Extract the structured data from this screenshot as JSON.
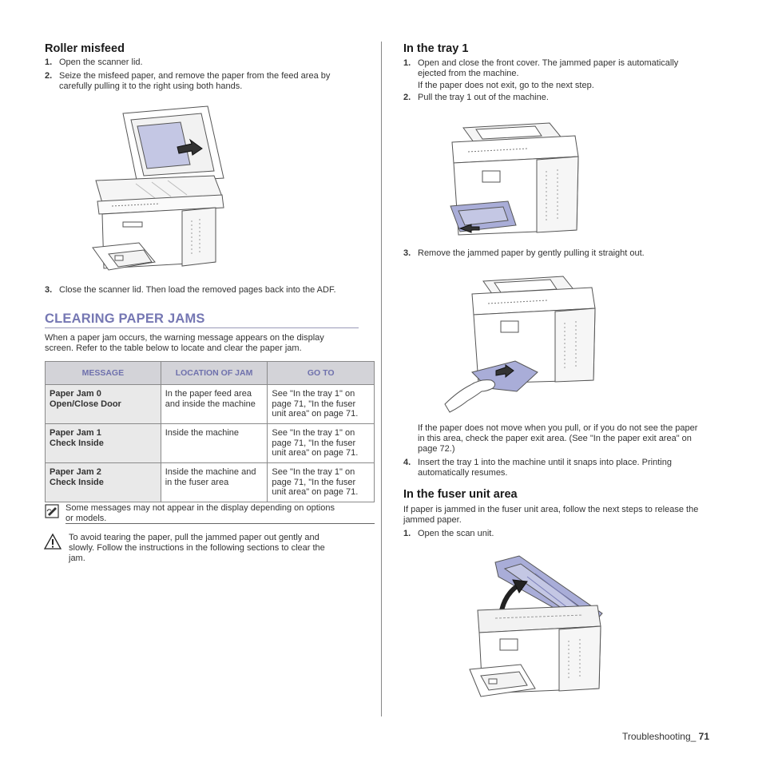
{
  "left": {
    "roller": {
      "heading": "Roller misfeed",
      "steps": [
        {
          "n": "1.",
          "text": "Open the scanner lid."
        },
        {
          "n": "2.",
          "text": "Seize the misfeed paper, and remove the paper from the feed area by",
          "text2": "carefully pulling it to the right using both hands."
        },
        {
          "n": "3.",
          "text": "Close the scanner lid. Then load the removed pages back into the ADF."
        }
      ]
    },
    "clearing": {
      "title": "CLEARING PAPER JAMS",
      "intro1": "When a paper jam occurs, the warning message appears on the display",
      "intro2": "screen. Refer to the table below to locate and clear the paper jam.",
      "table": {
        "headers": [
          "MESSAGE",
          "LOCATION OF JAM",
          "GO TO"
        ],
        "rows": [
          {
            "msg1": "Paper Jam 0",
            "msg2": "Open/Close Door",
            "loc1": "In the paper feed area",
            "loc2": "and inside the machine",
            "go1": "See  \"In the tray 1\" on",
            "go2": "page 71, \"In the fuser",
            "go3": "unit area\" on page 71."
          },
          {
            "msg1": "Paper Jam 1",
            "msg2": "Check Inside",
            "loc1": "Inside the machine",
            "loc2": "",
            "go1": "See  \"In the tray 1\" on",
            "go2": "page 71, \"In the fuser",
            "go3": "unit area\" on page 71."
          },
          {
            "msg1": "Paper Jam 2",
            "msg2": "Check Inside",
            "loc1": "Inside the machine and",
            "loc2": "in the fuser area",
            "go1": "See  \"In the tray 1\" on",
            "go2": "page 71, \"In the fuser",
            "go3": "unit area\" on page 71."
          }
        ]
      },
      "note1": "Some messages may not appear in the display depending on options",
      "note2": "or models.",
      "caution1": "To avoid tearing the paper, pull the jammed paper out gently and",
      "caution2": "slowly. Follow the instructions in the following sections to clear the",
      "caution3": "jam."
    }
  },
  "right": {
    "tray": {
      "heading": "In the tray 1",
      "s1n": "1.",
      "s1a": "Open and close the front cover. The jammed paper is automatically",
      "s1b": "ejected from the machine.",
      "s1c": "If the paper does not exit, go to the next step.",
      "s2n": "2.",
      "s2": "Pull the tray 1 out of the machine.",
      "s3n": "3.",
      "s3": "Remove the jammed paper by gently pulling it straight out.",
      "after1": "If the paper does not move when you pull, or if you do not see the paper",
      "after2": "in this area, check the paper exit area. (See \"In the paper exit area\" on",
      "after3": "page 72.)",
      "s4n": "4.",
      "s4a": "Insert the tray 1 into the machine until it snaps into place. Printing",
      "s4b": "automatically resumes."
    },
    "fuser": {
      "heading": "In the fuser unit area",
      "intro1": "If paper is jammed in the fuser unit area, follow the next steps to release the",
      "intro2": "jammed paper.",
      "s1n": "1.",
      "s1": "Open the scan unit."
    }
  },
  "footer": {
    "section": "Troubleshooting_",
    "page": "71"
  },
  "icons": {
    "note": "note-icon",
    "caution": "caution-icon"
  },
  "colors": {
    "accent": "#7577b3",
    "table_header_bg": "#d3d3d8",
    "paper_blue": "#a9add8"
  }
}
